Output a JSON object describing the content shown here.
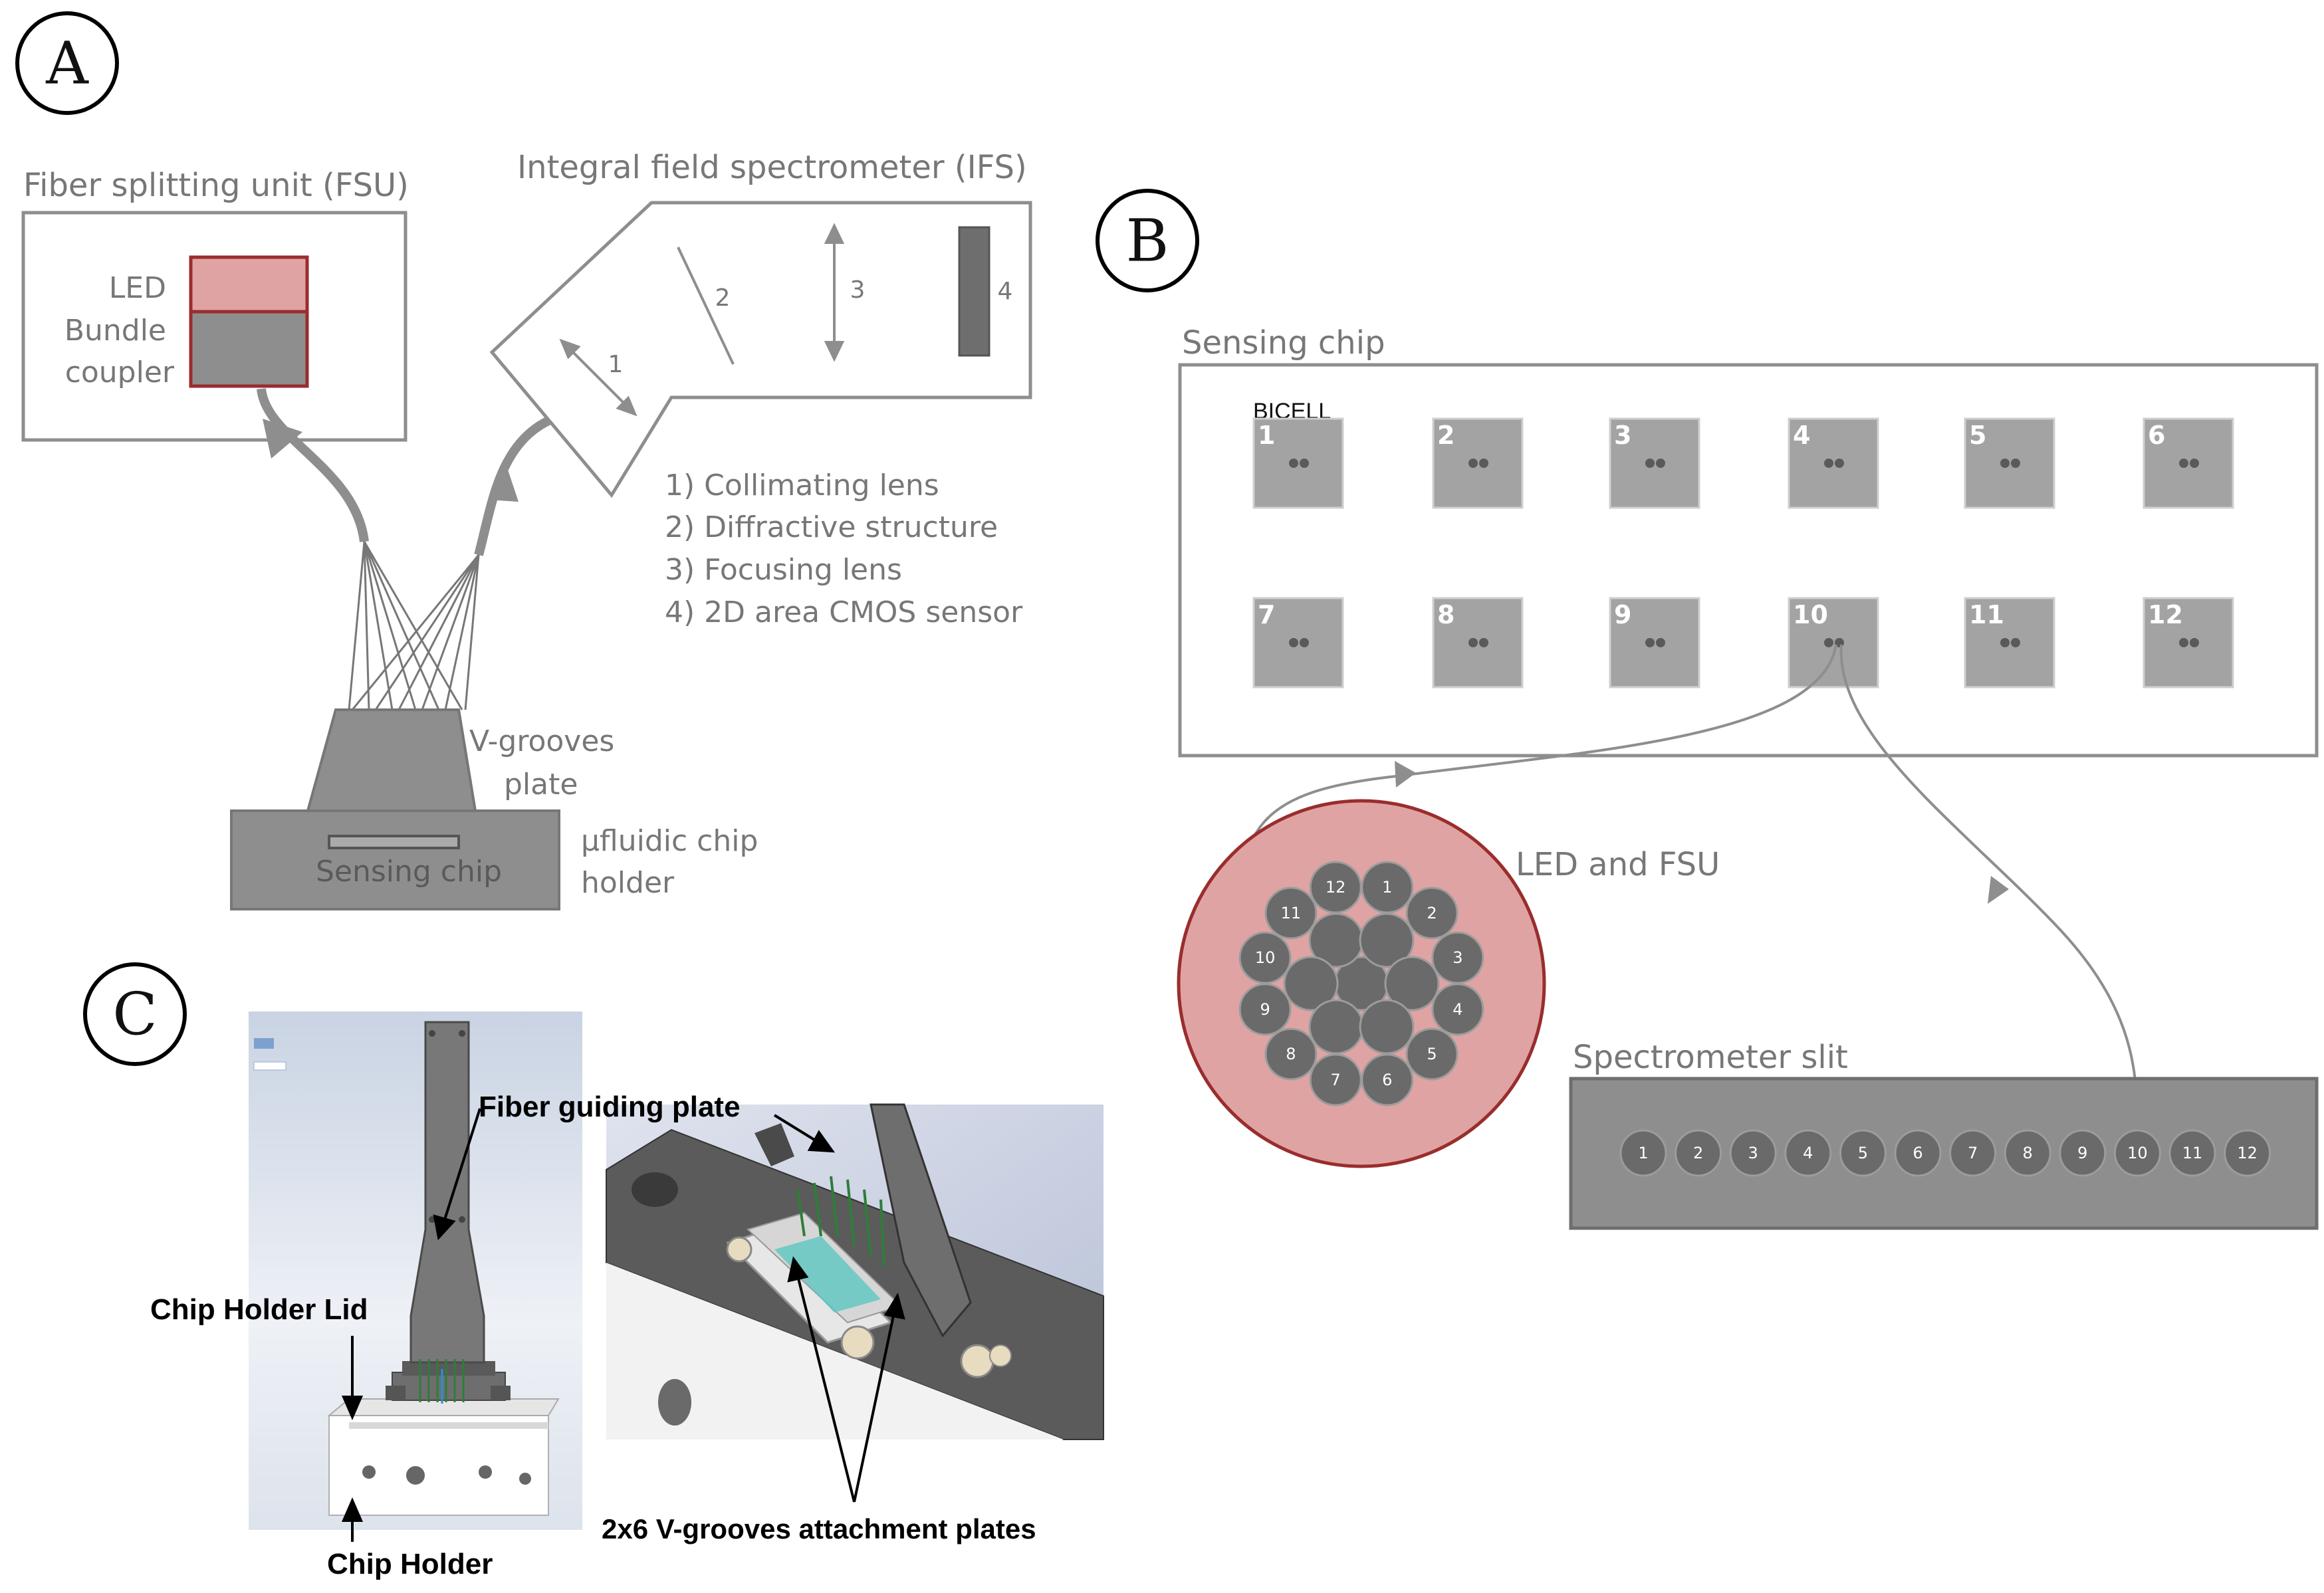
{
  "panels": {
    "a": "A",
    "b": "B",
    "c": "C"
  },
  "panel_a": {
    "fsu_title": "Fiber splitting unit (FSU)",
    "led": "LED",
    "bundle": "Bundle",
    "coupler": "coupler",
    "ifs_title": "Integral field spectrometer (IFS)",
    "ifs_numbers": [
      "1",
      "2",
      "3",
      "4"
    ],
    "legend": [
      "1) Collimating lens",
      "2) Diffractive structure",
      "3) Focusing lens",
      "4) 2D area CMOS sensor"
    ],
    "vgrooves_line1": "V-grooves",
    "vgrooves_line2": "plate",
    "sensing_chip": "Sensing chip",
    "holder_line1": "μfluidic chip",
    "holder_line2": "holder"
  },
  "panel_b": {
    "sensing_chip_title": "Sensing chip",
    "bicell": "BICELL",
    "cells": [
      "1",
      "2",
      "3",
      "4",
      "5",
      "6",
      "7",
      "8",
      "9",
      "10",
      "11",
      "12"
    ],
    "led_fsu": "LED and FSU",
    "bundle_fibers": [
      "1",
      "2",
      "3",
      "4",
      "5",
      "6",
      "7",
      "8",
      "9",
      "10",
      "11",
      "12"
    ],
    "slit_title": "Spectrometer slit",
    "slit_fibers": [
      "1",
      "2",
      "3",
      "4",
      "5",
      "6",
      "7",
      "8",
      "9",
      "10",
      "11",
      "12"
    ]
  },
  "panel_c": {
    "fiber_guiding_plate": "Fiber guiding plate",
    "chip_holder_lid": "Chip Holder Lid",
    "chip_holder": "Chip Holder",
    "vgroove_plates": "2x6 V-grooves attachment plates"
  },
  "colors": {
    "gray": "#8e8e8e",
    "led_pink": "#e0a3a3",
    "dark_red": "#9a2d2d",
    "text_gray": "#777777"
  }
}
